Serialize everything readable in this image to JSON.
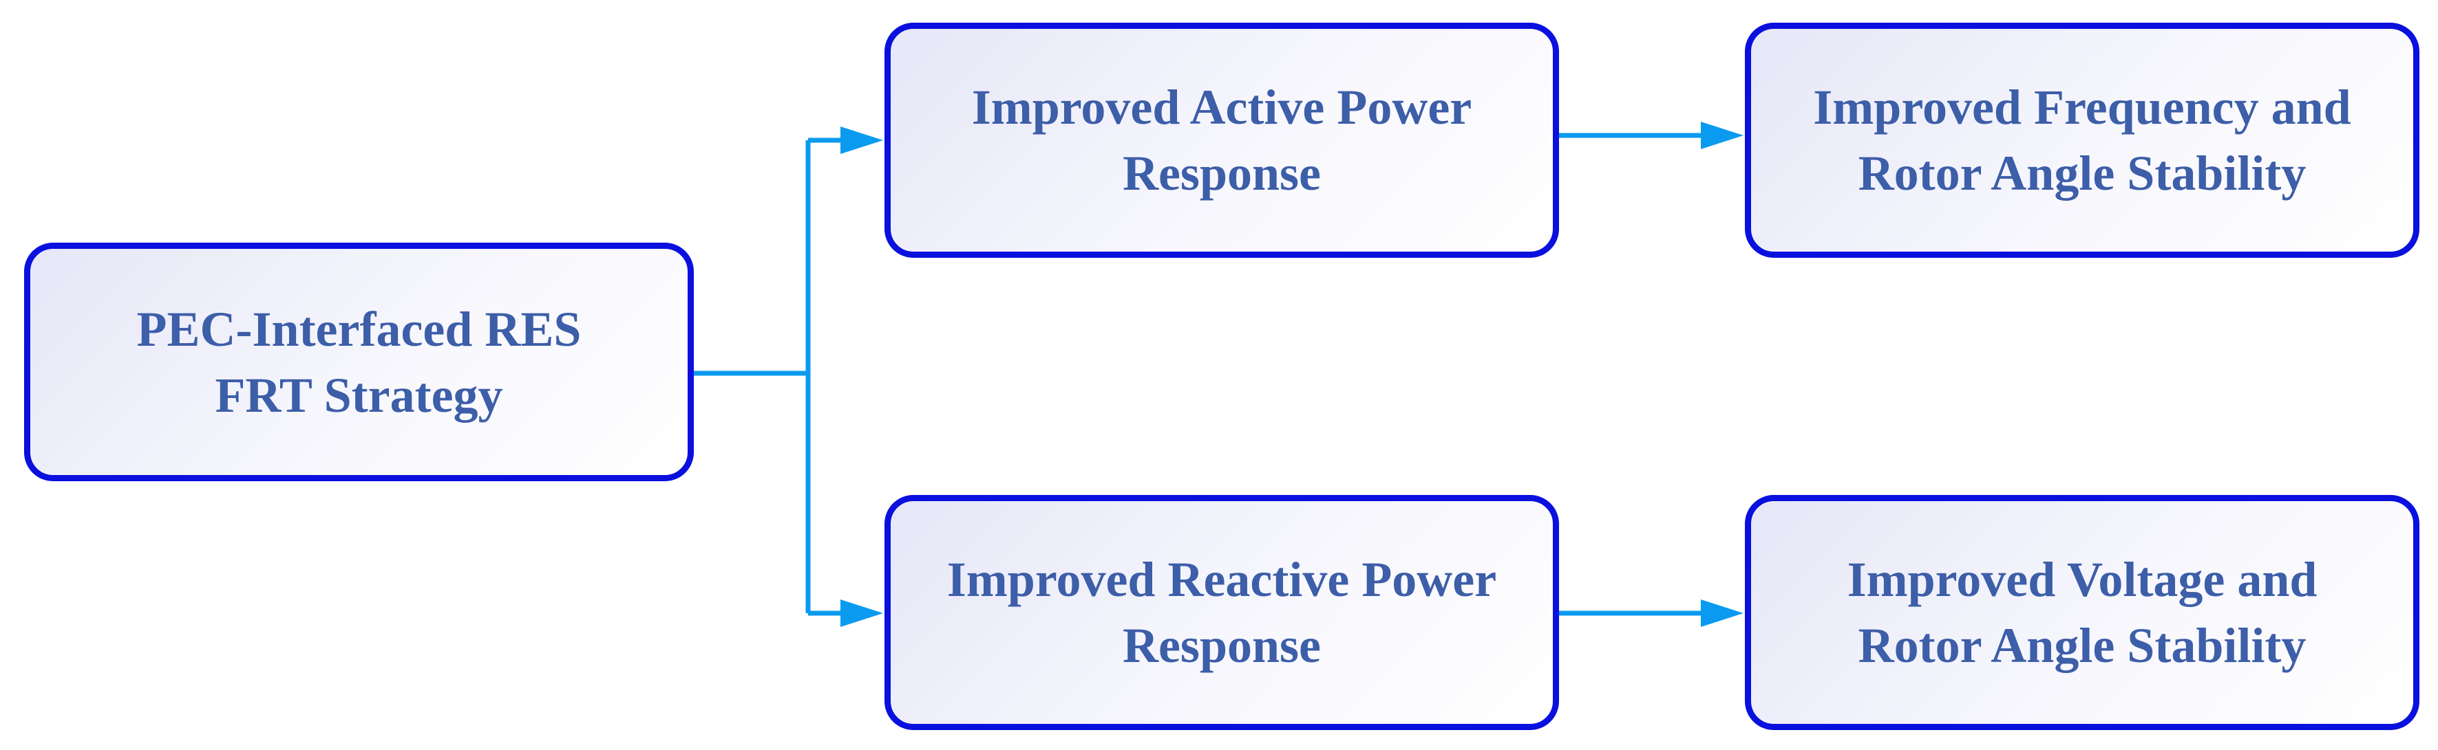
{
  "diagram": {
    "nodes": {
      "frt_strategy": {
        "label": "PEC-Interfaced RES FRT Strategy"
      },
      "active_power": {
        "label": "Improved Active Power Response"
      },
      "reactive_power": {
        "label": "Improved Reactive Power Response"
      },
      "frequency_stability": {
        "label": "Improved Frequency and Rotor Angle Stability"
      },
      "voltage_stability": {
        "label": "Improved Voltage and Rotor Angle Stability"
      }
    },
    "edges": [
      {
        "from": "frt_strategy",
        "to": "active_power"
      },
      {
        "from": "frt_strategy",
        "to": "reactive_power"
      },
      {
        "from": "active_power",
        "to": "frequency_stability"
      },
      {
        "from": "reactive_power",
        "to": "voltage_stability"
      }
    ],
    "colors": {
      "node_border": "#0a10dd",
      "node_text": "#3d5ea8",
      "connector": "#0a9af0"
    }
  }
}
